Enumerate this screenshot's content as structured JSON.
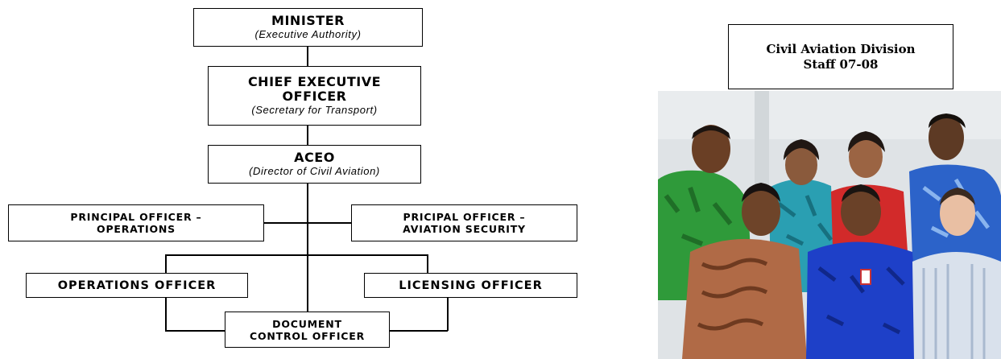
{
  "org_chart": {
    "minister": {
      "title": "MINISTER",
      "subtitle": "(Executive Authority)"
    },
    "ceo": {
      "title_line1": "CHIEF EXECUTIVE",
      "title_line2": "OFFICER",
      "subtitle": "(Secretary for Transport)"
    },
    "aceo": {
      "title": "ACEO",
      "subtitle": "(Director of Civil Aviation)"
    },
    "principal_operations": {
      "line1": "PRINCIPAL OFFICER –",
      "line2": "OPERATIONS"
    },
    "principal_security": {
      "line1": "PRICIPAL OFFICER –",
      "line2": "AVIATION SECURITY"
    },
    "operations_officer": {
      "label": "OPERATIONS OFFICER"
    },
    "licensing_officer": {
      "label": "LICENSING OFFICER"
    },
    "document_control": {
      "line1": "DOCUMENT",
      "line2": "CONTROL OFFICER"
    }
  },
  "photo_caption": {
    "line1": "Civil Aviation Division",
    "line2": "Staff 07-08"
  },
  "colors": {
    "line": "#000000",
    "box_fill": "#ffffff"
  }
}
